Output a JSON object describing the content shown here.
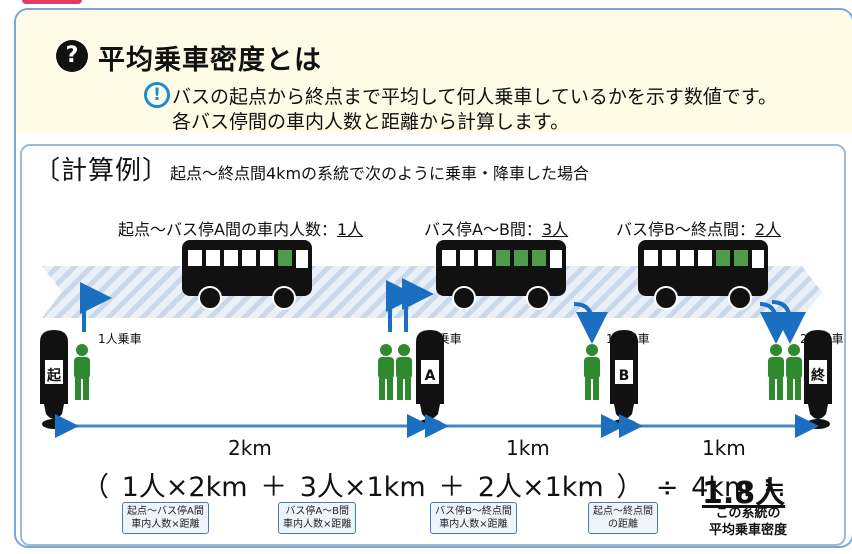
{
  "header": {
    "title": "平均乗車密度とは",
    "desc_line1": "バスの起点から終点まで平均して何人乗車しているかを示す数値です。",
    "desc_line2": "各バス停間の車内人数と距離から計算します。"
  },
  "example": {
    "label": "〔計算例〕",
    "description": "起点～終点間4kmの系統で次のように乗車・降車した場合"
  },
  "segments": [
    {
      "label": "起点～バス停A間の車内人数：",
      "count": "1人",
      "distance": "2km"
    },
    {
      "label": "バス停A～B間：",
      "count": "3人",
      "distance": "1km"
    },
    {
      "label": "バス停B～終点間：",
      "count": "2人",
      "distance": "1km"
    }
  ],
  "stops": [
    {
      "sign": "起",
      "event": "1人乗車"
    },
    {
      "sign": "A",
      "event": "2人乗車"
    },
    {
      "sign": "B",
      "event": "1人降車"
    },
    {
      "sign": "終",
      "event": "2人降車"
    }
  ],
  "formula": {
    "open": "（",
    "term1": "1人×2km",
    "plus1": "＋",
    "term2": "3人×1km",
    "plus2": "＋",
    "term3": "2人×1km",
    "close": "）",
    "div": "÷",
    "total": "4km",
    "approx": "≒",
    "result": "1.8人",
    "result_caption_line1": "この系統の",
    "result_caption_line2": "平均乗車密度",
    "tag1_line1": "起点～バス停A間",
    "tag1_line2": "車内人数×距離",
    "tag2_line1": "バス停A～B間",
    "tag2_line2": "車内人数×距離",
    "tag3_line1": "バス停B～終点間",
    "tag3_line2": "車内人数×距離",
    "tag4_line1": "起点～終点間",
    "tag4_line2": "の距離"
  },
  "colors": {
    "border": "#7aa6d8",
    "header_bg": "#fffbe6",
    "accent_blue": "#1a6fc0",
    "passenger_green": "#2f8a2f",
    "bus": "#111111"
  }
}
